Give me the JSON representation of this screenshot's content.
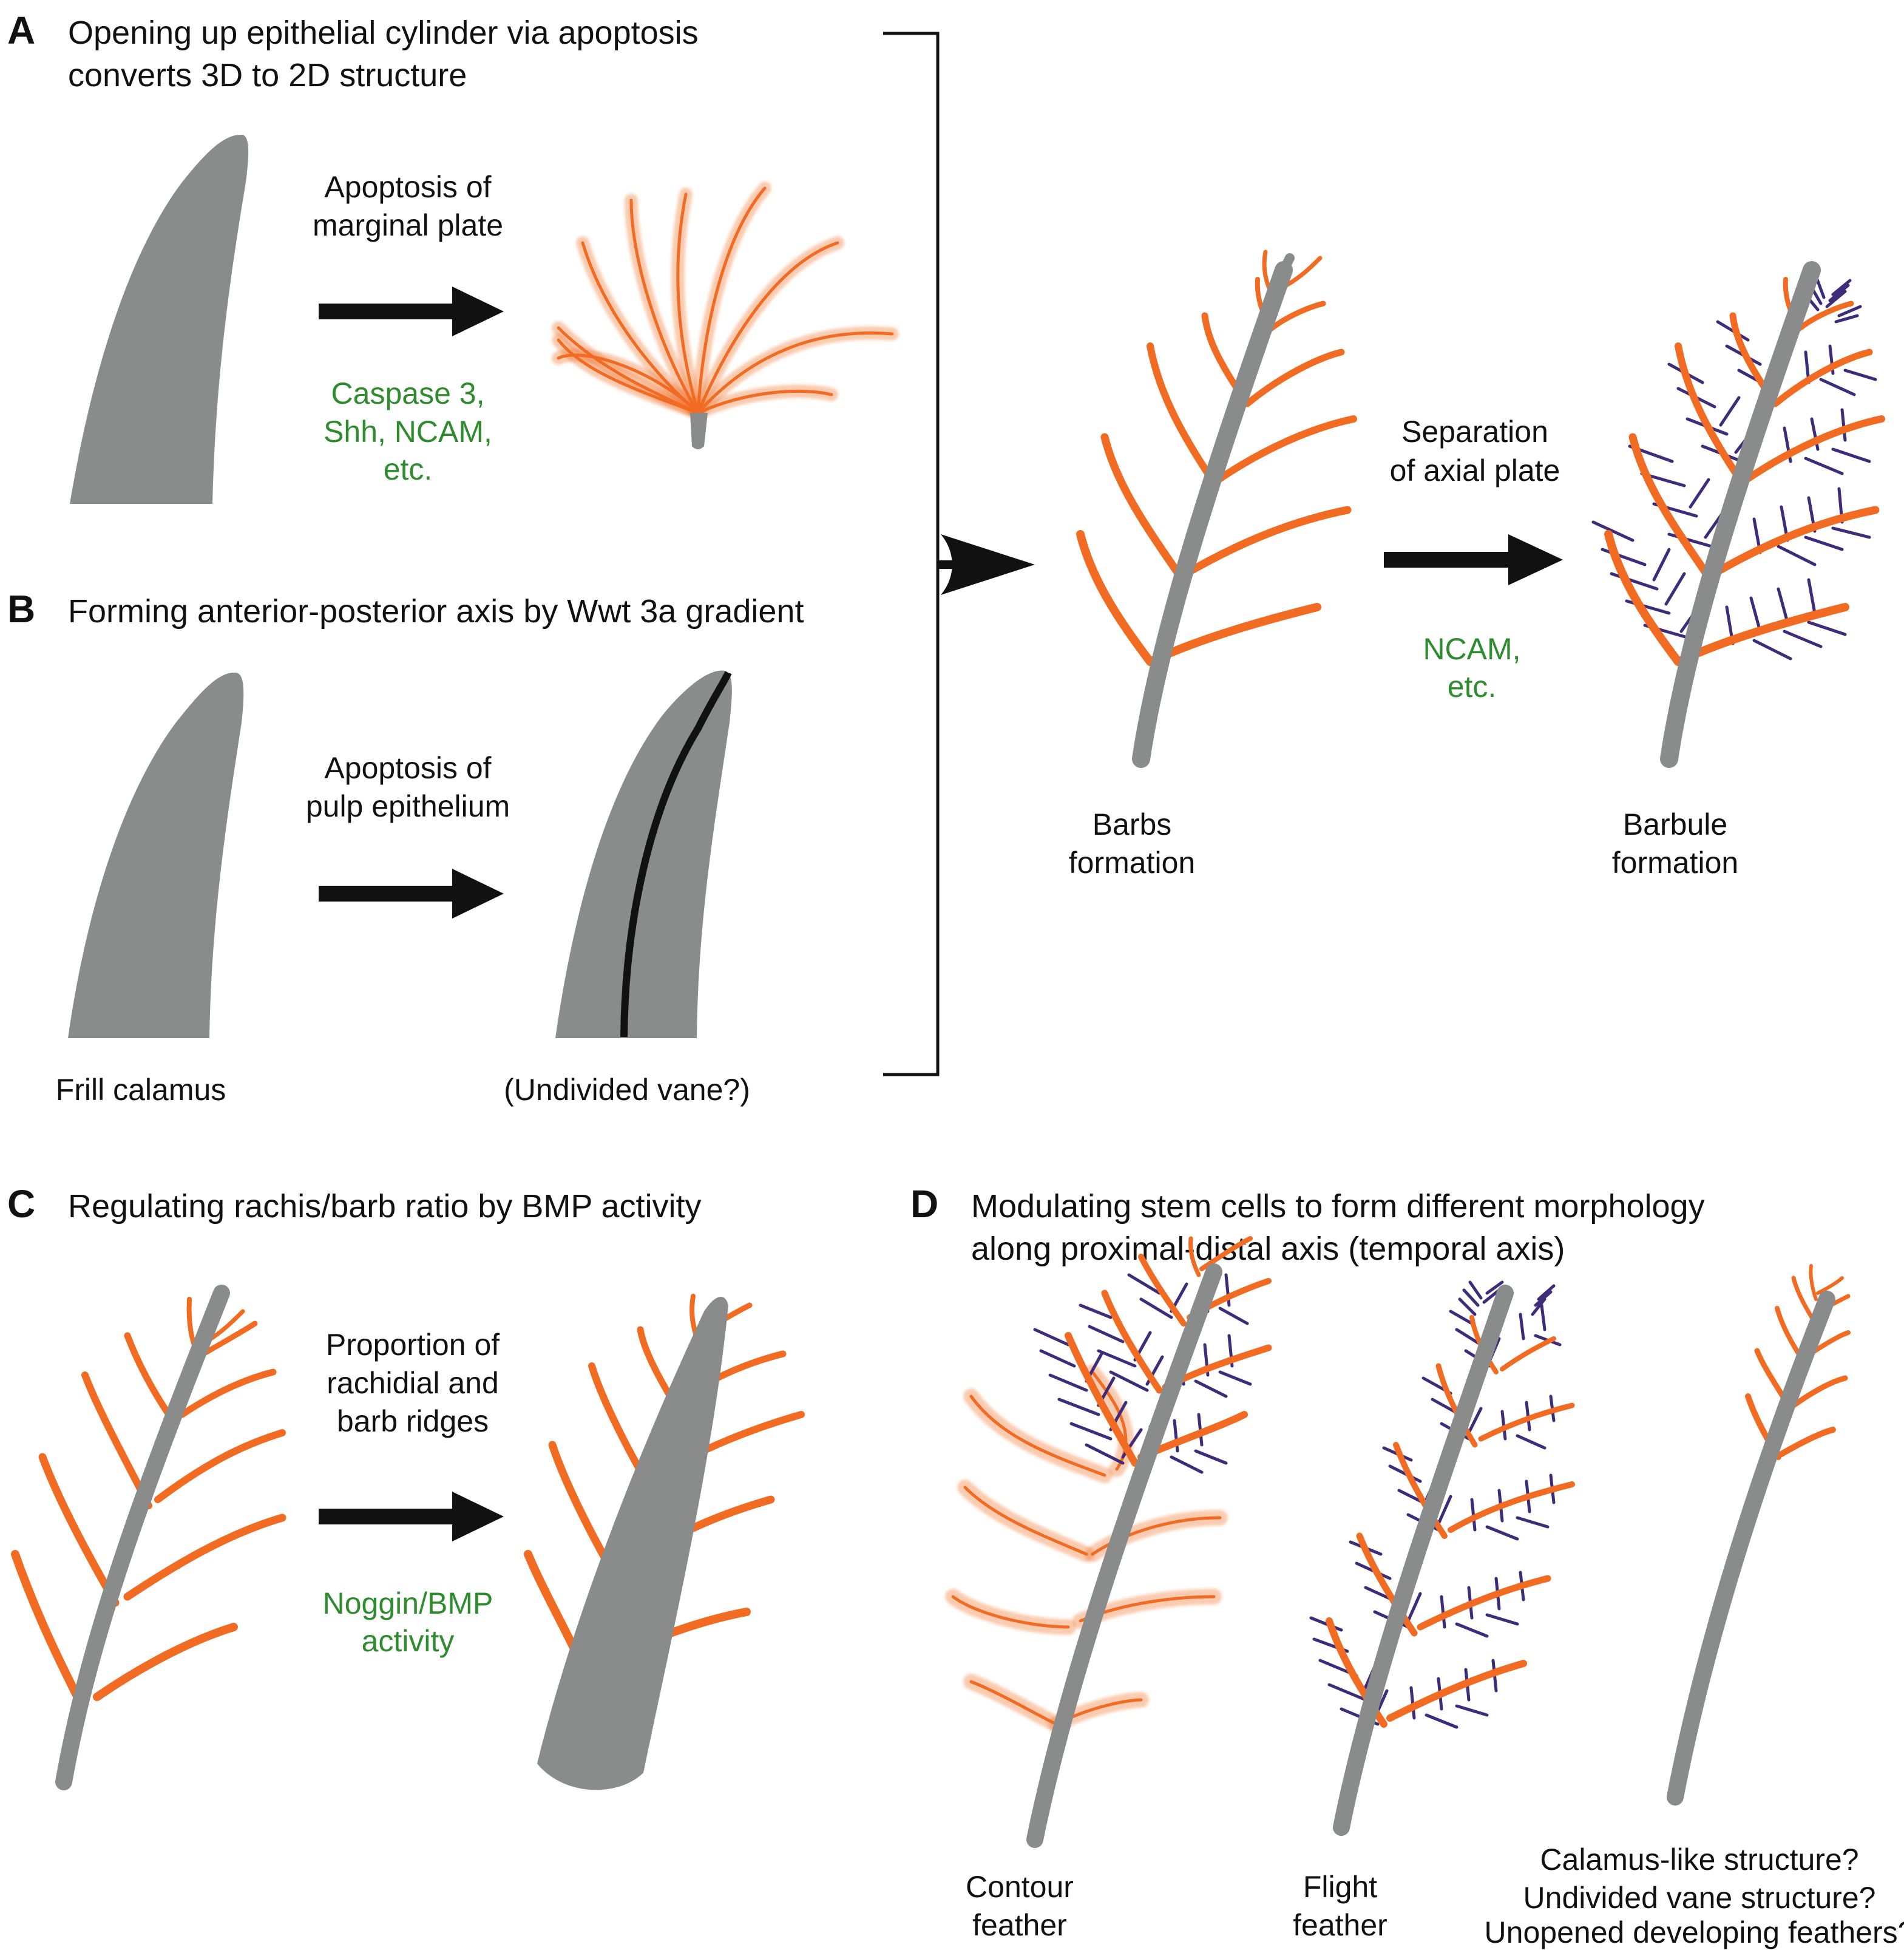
{
  "panelA": {
    "letter": "A",
    "title_line1": "Opening up epithelial cylinder via apoptosis",
    "title_line2": "converts 3D to 2D structure",
    "arrow_label_line1": "Apoptosis of",
    "arrow_label_line2": "marginal plate",
    "factors_line1": "Caspase 3,",
    "factors_line2": "Shh, NCAM,",
    "factors_line3": "etc."
  },
  "panelB": {
    "letter": "B",
    "title": "Forming anterior-posterior axis by Wwt 3a gradient",
    "arrow_label_line1": "Apoptosis of",
    "arrow_label_line2": "pulp epithelium",
    "left_caption": "Frill calamus",
    "right_caption": "(Undivided vane?)"
  },
  "panelRight": {
    "arrow_label_line1": "Separation",
    "arrow_label_line2": "of axial plate",
    "factors_line1": "NCAM,",
    "factors_line2": "etc.",
    "left_caption_line1": "Barbs",
    "left_caption_line2": "formation",
    "right_caption_line1": "Barbule",
    "right_caption_line2": "formation"
  },
  "panelC": {
    "letter": "C",
    "title": "Regulating rachis/barb ratio by BMP activity",
    "arrow_label_line1": "Proportion of",
    "arrow_label_line2": "rachidial and",
    "arrow_label_line3": "barb ridges",
    "factors_line1": "Noggin/BMP",
    "factors_line2": "activity"
  },
  "panelD": {
    "letter": "D",
    "title_line1": "Modulating stem cells to form different morphology",
    "title_line2": "along proximal-distal axis (temporal axis)",
    "caption1_line1": "Contour",
    "caption1_line2": "feather",
    "caption2_line1": "Flight",
    "caption2_line2": "feather",
    "caption3_line1": "Calamus-like structure?",
    "caption3_line2": "Undivided vane structure?",
    "caption3_line3": "Unopened developing feathers?"
  },
  "colors": {
    "rachis": "#8a8b8b",
    "barb": "#f26b22",
    "barbule": "#3d2c7a",
    "factor_text": "#2e8b2e",
    "arrow": "#111111"
  }
}
